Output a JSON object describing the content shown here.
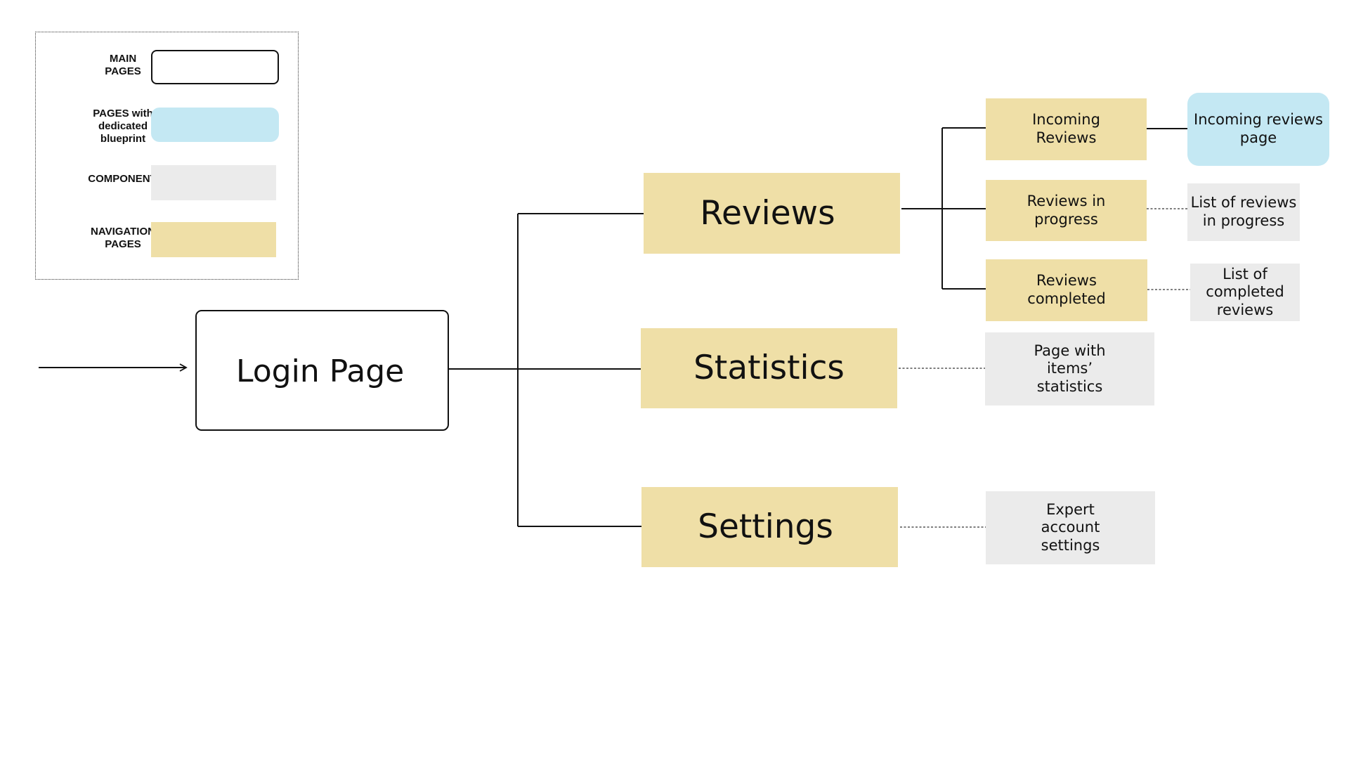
{
  "legend": {
    "main_pages": "MAIN\nPAGES",
    "blueprint_pages": "PAGES with\ndedicated\nblueprint",
    "components": "COMPONENTS",
    "navigation_pages": "NAVIGATION\nPAGES"
  },
  "nodes": {
    "login": "Login Page",
    "reviews": "Reviews",
    "statistics": "Statistics",
    "settings": "Settings",
    "incoming_reviews": "Incoming\nReviews",
    "reviews_in_progress": "Reviews in\nprogress",
    "reviews_completed": "Reviews\ncompleted",
    "incoming_reviews_page": "Incoming reviews\npage",
    "list_in_progress": "List of reviews\nin progress",
    "list_completed": "List of\ncompleted\nreviews",
    "items_statistics": "Page with\nitems’\nstatistics",
    "account_settings": "Expert\naccount\nsettings"
  },
  "colors": {
    "navigation": "#efdfa7",
    "component": "#ebebeb",
    "blueprint": "#c4e8f3",
    "line": "#111111"
  }
}
